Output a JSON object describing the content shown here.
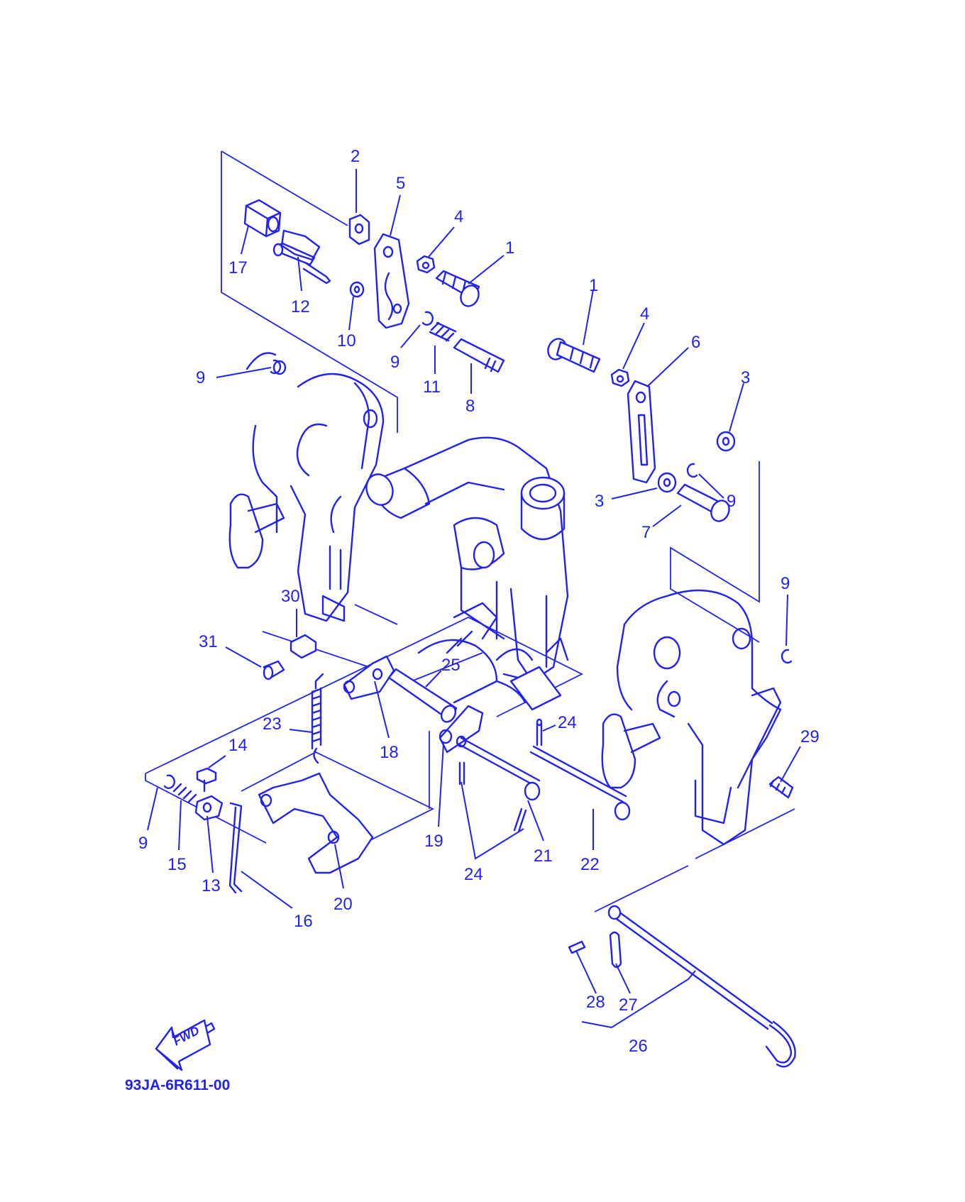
{
  "diagram": {
    "drawing_code": "93JA-6R611-00",
    "direction_arrow": {
      "label": "FWD",
      "icon": "forward-arrow-icon"
    },
    "ink_color": "#2222ee",
    "background": "#ffffff",
    "callouts": [
      {
        "id": "c2",
        "label": "2"
      },
      {
        "id": "c5",
        "label": "5"
      },
      {
        "id": "c4a",
        "label": "4"
      },
      {
        "id": "c1a",
        "label": "1"
      },
      {
        "id": "c17",
        "label": "17"
      },
      {
        "id": "c12",
        "label": "12"
      },
      {
        "id": "c10",
        "label": "10"
      },
      {
        "id": "c9a",
        "label": "9"
      },
      {
        "id": "c11",
        "label": "11"
      },
      {
        "id": "c8",
        "label": "8"
      },
      {
        "id": "c9b",
        "label": "9"
      },
      {
        "id": "c1b",
        "label": "1"
      },
      {
        "id": "c4b",
        "label": "4"
      },
      {
        "id": "c6",
        "label": "6"
      },
      {
        "id": "c3a",
        "label": "3"
      },
      {
        "id": "c3b",
        "label": "3"
      },
      {
        "id": "c9c",
        "label": "9"
      },
      {
        "id": "c7",
        "label": "7"
      },
      {
        "id": "c9d",
        "label": "9"
      },
      {
        "id": "c30",
        "label": "30"
      },
      {
        "id": "c31",
        "label": "31"
      },
      {
        "id": "c25",
        "label": "25"
      },
      {
        "id": "c23",
        "label": "23"
      },
      {
        "id": "c18",
        "label": "18"
      },
      {
        "id": "c24a",
        "label": "24"
      },
      {
        "id": "c29",
        "label": "29"
      },
      {
        "id": "c14",
        "label": "14"
      },
      {
        "id": "c9e",
        "label": "9"
      },
      {
        "id": "c15",
        "label": "15"
      },
      {
        "id": "c13",
        "label": "13"
      },
      {
        "id": "c16",
        "label": "16"
      },
      {
        "id": "c20",
        "label": "20"
      },
      {
        "id": "c19",
        "label": "19"
      },
      {
        "id": "c24b",
        "label": "24"
      },
      {
        "id": "c21",
        "label": "21"
      },
      {
        "id": "c22",
        "label": "22"
      },
      {
        "id": "c28",
        "label": "28"
      },
      {
        "id": "c27",
        "label": "27"
      },
      {
        "id": "c26",
        "label": "26"
      }
    ]
  }
}
